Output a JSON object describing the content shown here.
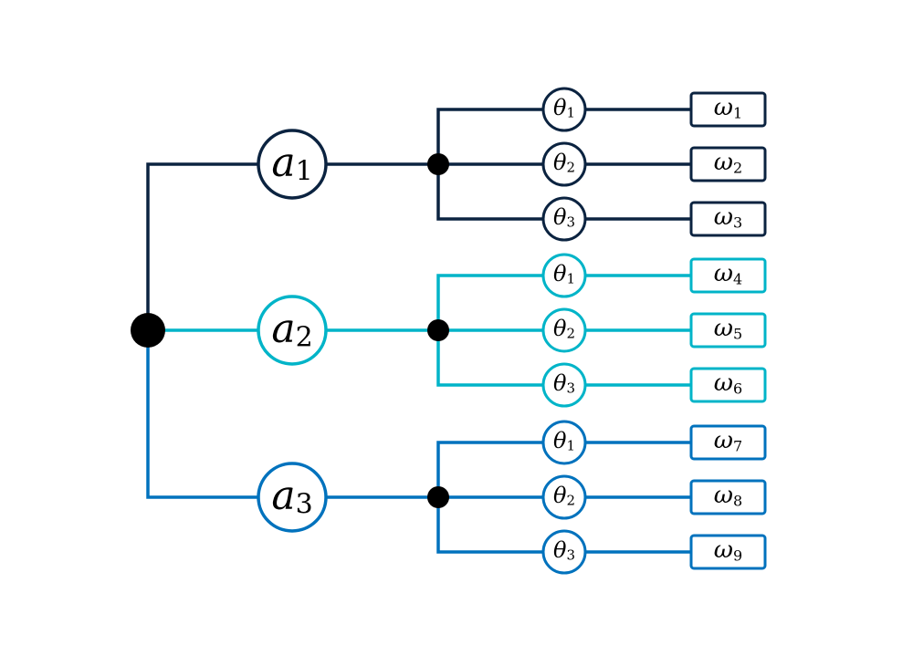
{
  "diagram": {
    "type": "decision-tree",
    "colors": {
      "branch_a1": "#0b2340",
      "branch_a2": "#00b4c8",
      "branch_a3": "#0072bd",
      "junction": "#000000"
    },
    "root": {
      "label": ""
    },
    "branches": [
      {
        "action": {
          "base": "a",
          "sub": "1"
        },
        "color_key": "branch_a1",
        "states": [
          {
            "theta": {
              "base": "θ",
              "sub": "1"
            },
            "outcome": {
              "base": "ω",
              "sub": "1"
            }
          },
          {
            "theta": {
              "base": "θ",
              "sub": "2"
            },
            "outcome": {
              "base": "ω",
              "sub": "2"
            }
          },
          {
            "theta": {
              "base": "θ",
              "sub": "3"
            },
            "outcome": {
              "base": "ω",
              "sub": "3"
            }
          }
        ]
      },
      {
        "action": {
          "base": "a",
          "sub": "2"
        },
        "color_key": "branch_a2",
        "states": [
          {
            "theta": {
              "base": "θ",
              "sub": "1"
            },
            "outcome": {
              "base": "ω",
              "sub": "4"
            }
          },
          {
            "theta": {
              "base": "θ",
              "sub": "2"
            },
            "outcome": {
              "base": "ω",
              "sub": "5"
            }
          },
          {
            "theta": {
              "base": "θ",
              "sub": "3"
            },
            "outcome": {
              "base": "ω",
              "sub": "6"
            }
          }
        ]
      },
      {
        "action": {
          "base": "a",
          "sub": "3"
        },
        "color_key": "branch_a3",
        "states": [
          {
            "theta": {
              "base": "θ",
              "sub": "1"
            },
            "outcome": {
              "base": "ω",
              "sub": "7"
            }
          },
          {
            "theta": {
              "base": "θ",
              "sub": "2"
            },
            "outcome": {
              "base": "ω",
              "sub": "8"
            }
          },
          {
            "theta": {
              "base": "θ",
              "sub": "3"
            },
            "outcome": {
              "base": "ω",
              "sub": "9"
            }
          }
        ]
      }
    ]
  }
}
